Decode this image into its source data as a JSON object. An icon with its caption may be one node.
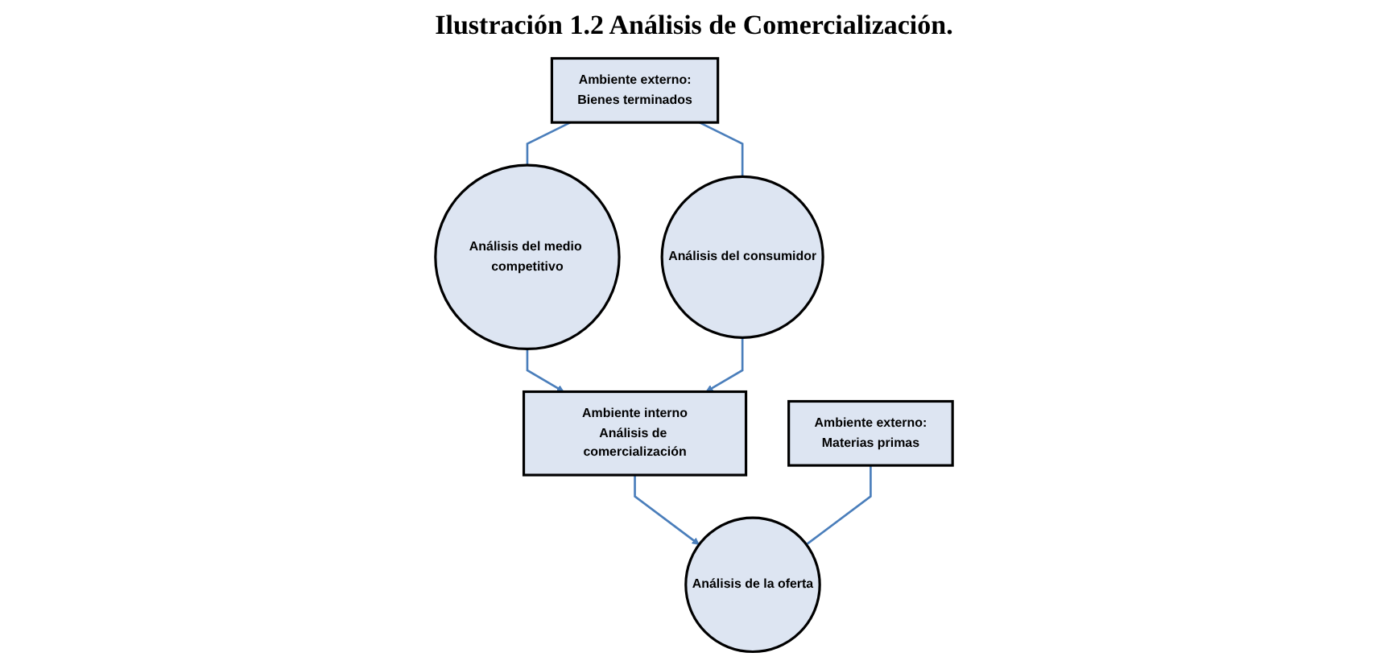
{
  "diagram": {
    "title": "Ilustración 1.2 Análisis de Comercialización.",
    "nodes": [
      {
        "text": [
          "Ambiente externo:",
          "Bienes terminados"
        ]
      },
      {
        "text": [
          "Ambiente interno",
          "Análisis de comercialización"
        ]
      },
      {
        "text": [
          "Ambiente externo:",
          "Materias primas"
        ]
      },
      {
        "text": [
          "Análisis del medio competitivo"
        ]
      },
      {
        "text": [
          "Análisis del consumidor"
        ]
      },
      {
        "text": [
          "Análisis de la oferta"
        ]
      }
    ],
    "edges": [
      {
        "from": 0,
        "to": 3,
        "arrow": "none"
      },
      {
        "from": 0,
        "to": 4,
        "arrow": "none"
      },
      {
        "from": 3,
        "to": 1,
        "arrow": "to"
      },
      {
        "from": 4,
        "to": 1,
        "arrow": "to"
      },
      {
        "from": 1,
        "to": 5,
        "arrow": "to"
      },
      {
        "from": 2,
        "to": 5,
        "arrow": "none"
      }
    ]
  }
}
